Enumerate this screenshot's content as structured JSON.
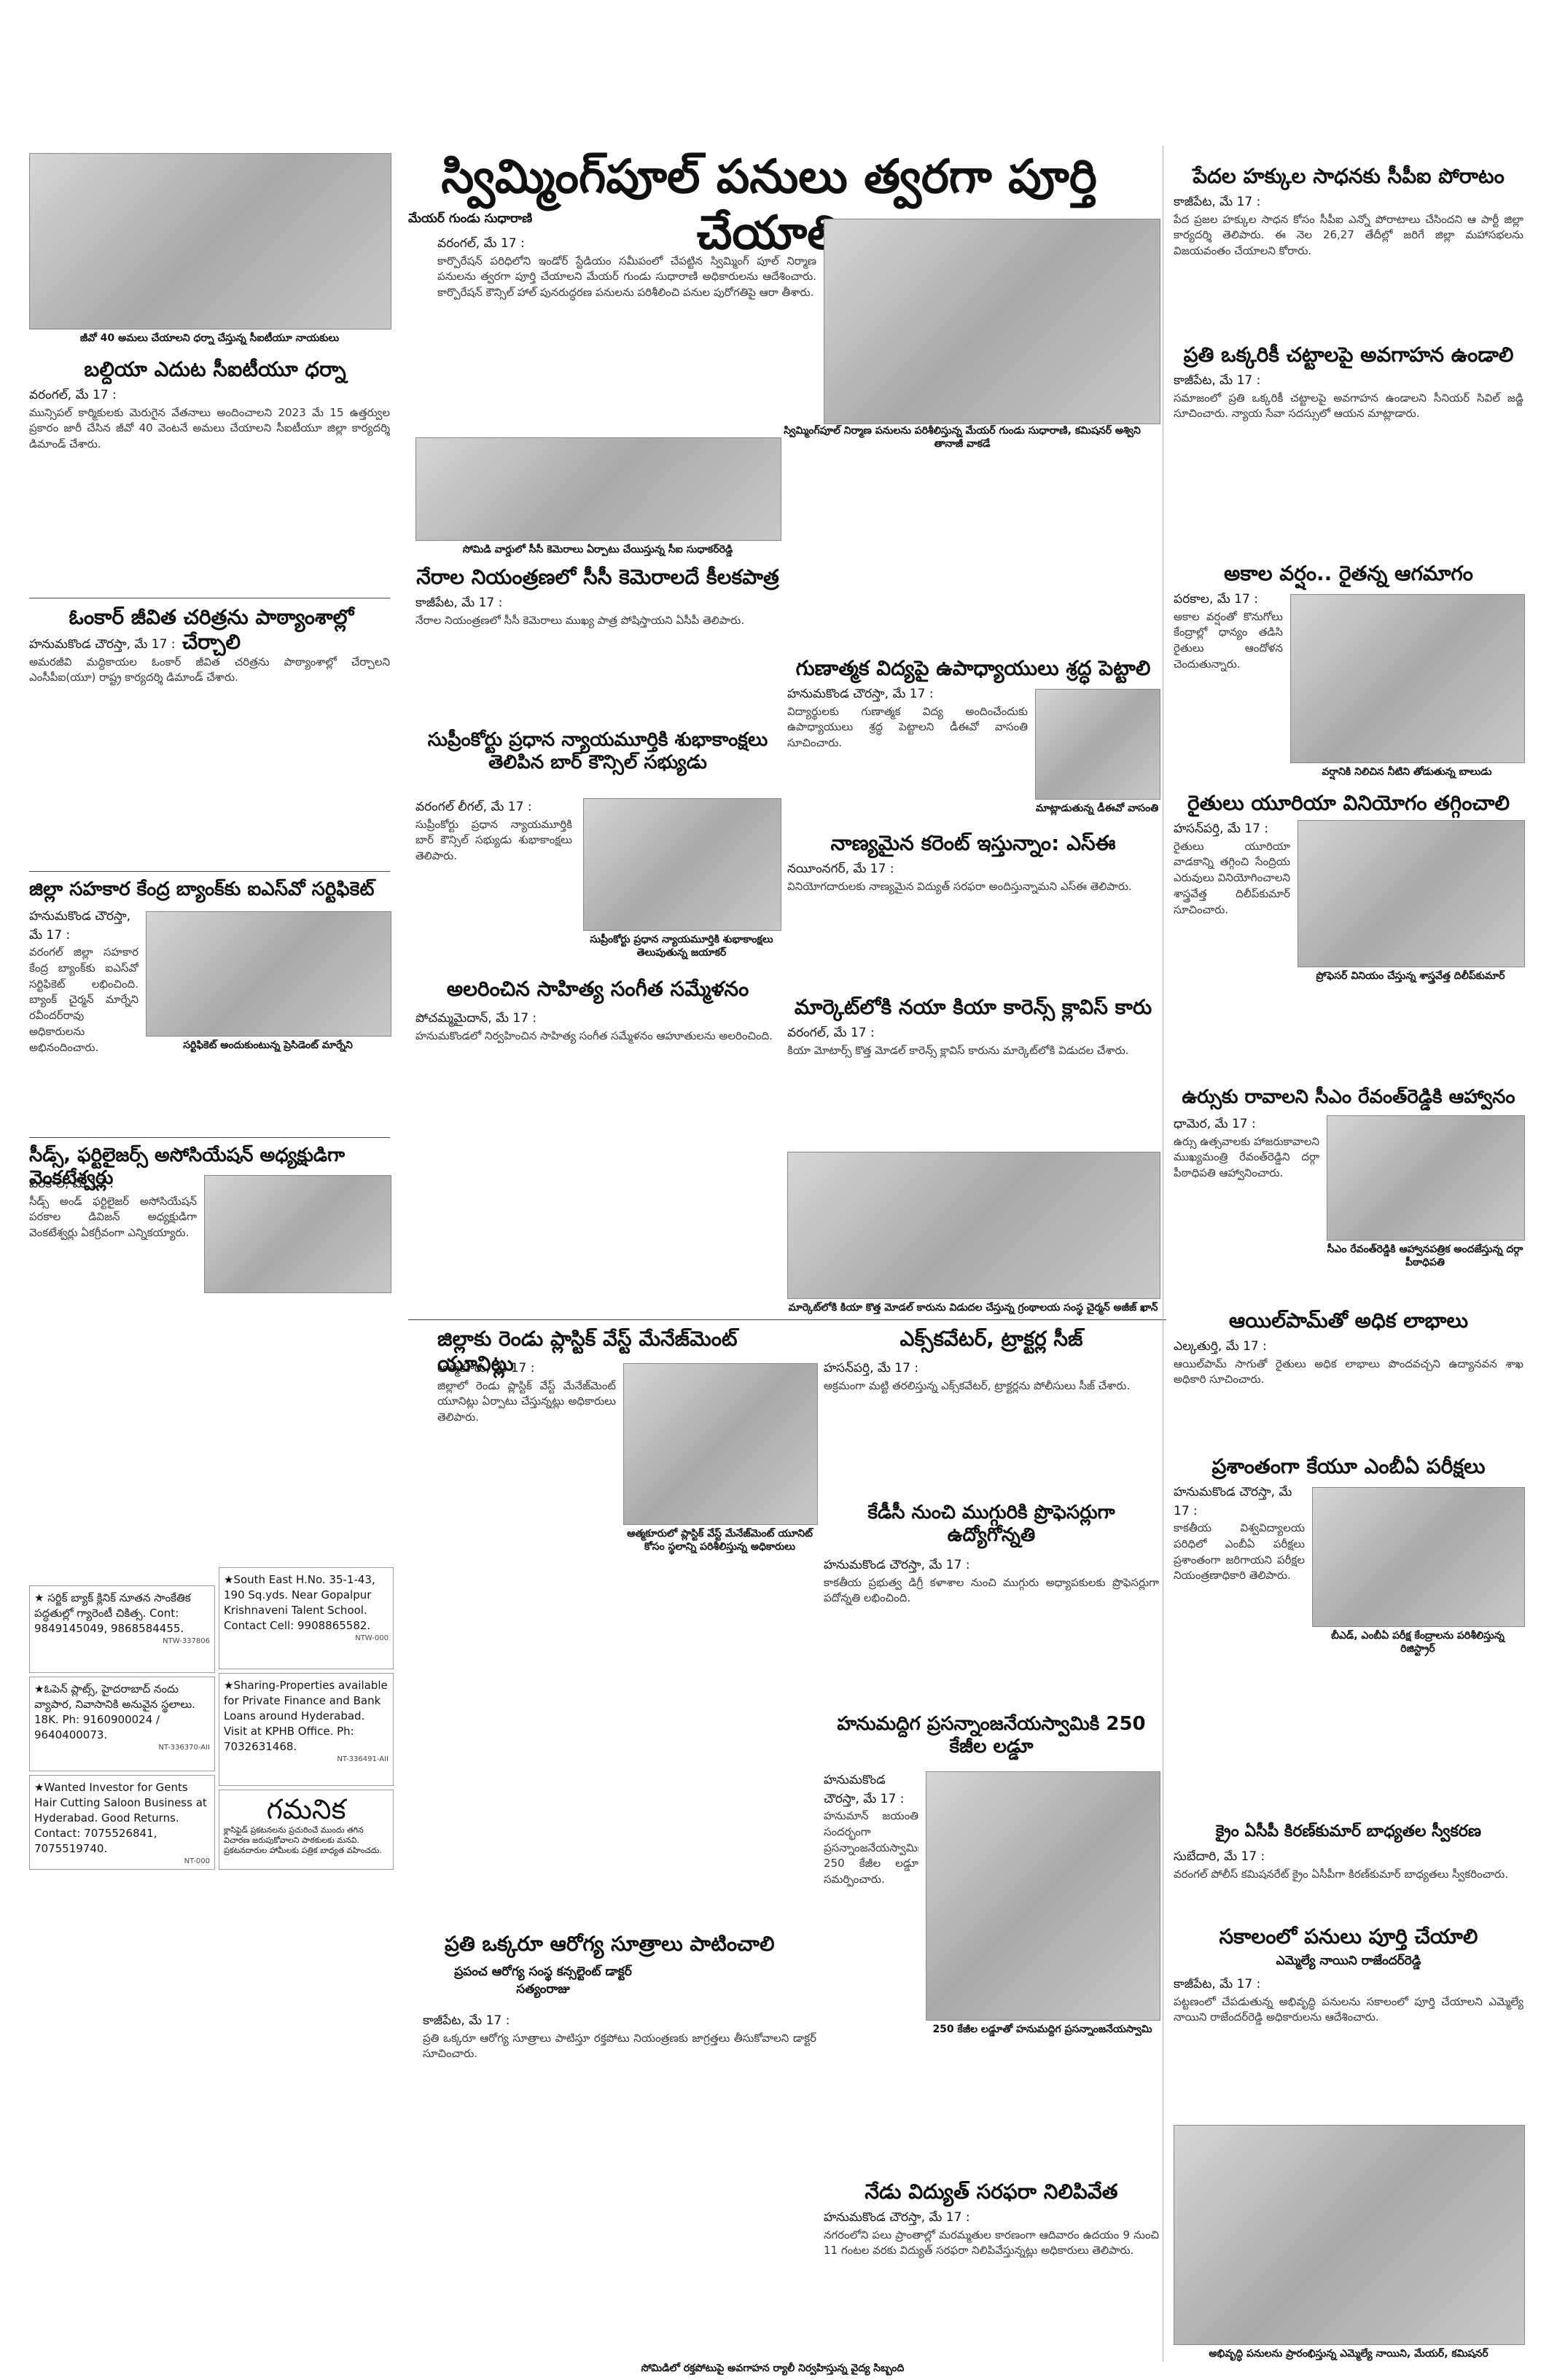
{
  "stories": {
    "swimming_pool": {
      "headline": "స్విమ్మింగ్‌పూల్ పనులు త్వరగా పూర్తి చేయాలి",
      "byline": "మేయర్ గుండు సుధారాణి",
      "dateline": "వరంగల్, మే 17 :",
      "caption": "స్విమ్మింగ్‌పూల్ నిర్మాణ పనులను పరిశీలిస్తున్న మేయర్ గుండు సుధారాణి, కమిషనర్ అశ్విని తానాజీ వాకడే",
      "body": "కార్పొరేషన్ పరిధిలోని ఇండోర్ స్టేడియం సమీపంలో చేపట్టిన స్విమ్మింగ్ పూల్ నిర్మాణ పనులను త్వరగా పూర్తి చేయాలని మేయర్ గుండు సుధారాణి అధికారులను ఆదేశించారు. కార్పొరేషన్ కౌన్సిల్ హాల్ పునరుద్ధరణ పనులను పరిశీలించి పనుల పురోగతిపై ఆరా తీశారు."
    },
    "revanth_photo_caption": "జీవో 40 అమలు చేయాలని ధర్నా చేస్తున్న సీఐటీయూ నాయకులు",
    "baldia_dharna": {
      "headline": "బల్దియా ఎదుట సీఐటీయూ ధర్నా",
      "dateline": "వరంగల్, మే 17 :",
      "body": "మున్సిపల్ కార్మికులకు మెరుగైన వేతనాలు అందించాలని 2023 మే 15 ఉత్తర్వుల ప్రకారం జారీ చేసిన జీవో 40 వెంటనే అమలు చేయాలని సీఐటీయూ జిల్లా కార్యదర్శి డిమాండ్ చేశారు."
    },
    "omkar": {
      "headline": "ఓంకార్ జీవిత చరిత్రను పాఠ్యాంశాల్లో చేర్చాలి",
      "dateline": "హనుమకొండ చౌరస్తా, మే 17 :",
      "body": "అమరజీవి మద్దికాయల ఓంకార్ జీవిత చరిత్రను పాఠ్యాంశాల్లో చేర్చాలని ఎంసీపీఐ(యూ) రాష్ట్ర కార్యదర్శి డిమాండ్ చేశారు."
    },
    "dccb": {
      "headline": "జిల్లా సహకార కేంద్ర బ్యాంక్‌కు ఐఎస్‌వో సర్టిఫికెట్",
      "dateline": "హనుమకొండ చౌరస్తా, మే 17 :",
      "caption": "సర్టిఫికెట్ అందుకుంటున్న ప్రెసిడెంట్ మార్నేని",
      "body": "వరంగల్ జిల్లా సహకార కేంద్ర బ్యాంక్‌కు ఐఎస్‌వో సర్టిఫికెట్ లభించింది. బ్యాంక్ చైర్మన్ మార్నేని రవీందర్‌రావు అధికారులను అభినందించారు."
    },
    "seeds": {
      "headline": "సీడ్స్, ఫర్టిలైజర్స్ అసోసియేషన్ అధ్యక్షుడిగా వెంకటేశ్వర్లు",
      "dateline": "పరకాల, మే 17 :",
      "body": "సీడ్స్ అండ్ ఫర్టిలైజర్ అసోసియేషన్ పరకాల డివిజన్ అధ్యక్షుడిగా వెంకటేశ్వర్లు ఏకగ్రీవంగా ఎన్నికయ్యారు."
    },
    "cpi_fight": {
      "headline": "పేదల హక్కుల సాధనకు సీపీఐ పోరాటం",
      "dateline": "కాజీపేట, మే 17 :",
      "body": "పేద ప్రజల హక్కుల సాధన కోసం సీపీఐ ఎన్నో పోరాటాలు చేసిందని ఆ పార్టీ జిల్లా కార్యదర్శి తెలిపారు. ఈ నెల 26,27 తేదీల్లో జరిగే జిల్లా మహాసభలను విజయవంతం చేయాలని కోరారు."
    },
    "awareness": {
      "headline": "ప్రతి ఒక్కరికీ చట్టాలపై అవగాహన ఉండాలి",
      "dateline": "కాజీపేట, మే 17 :",
      "body": "సమాజంలో ప్రతి ఒక్కరికీ చట్టాలపై అవగాహన ఉండాలని సీనియర్ సివిల్ జడ్జి సూచించారు. న్యాయ సేవా సదస్సులో ఆయన మాట్లాడారు."
    },
    "rain": {
      "headline": "అకాల వర్షం.. రైతన్న ఆగమాగం",
      "dateline": "పరకాల, మే 17 :",
      "caption": "వర్షానికి నిలిచిన నీటిని తోడుతున్న బాలుడు",
      "body": "అకాల వర్షంతో కొనుగోలు కేంద్రాల్లో ధాన్యం తడిసి రైతులు ఆందోళన చెందుతున్నారు."
    },
    "urea": {
      "headline": "రైతులు యూరియా వినియోగం తగ్గించాలి",
      "dateline": "హసన్‌పర్తి, మే 17 :",
      "caption": "ప్రోఫెసర్ వినియం చేస్తున్న శాస్త్రవేత్త దిలీప్‌కుమార్",
      "body": "రైతులు యూరియా వాడకాన్ని తగ్గించి సేంద్రియ ఎరువులు వినియోగించాలని శాస్త్రవేత్త దిలీప్‌కుమార్ సూచించారు."
    },
    "cm_invite": {
      "headline": "ఉర్సుకు రావాలని సీఎం రేవంత్‌రెడ్డికి ఆహ్వానం",
      "dateline": "ధామెర, మే 17 :",
      "caption": "సీఎం రేవంత్‌రెడ్డికి ఆహ్వానపత్రిక అందజేస్తున్న దర్గా పీఠాధిపతి",
      "body": "ఉర్సు ఉత్సవాలకు హాజరుకావాలని ముఖ్యమంత్రి రేవంత్‌రెడ్డిని దర్గా పీఠాధిపతి ఆహ్వానించారు."
    },
    "oilpalm": {
      "headline": "ఆయిల్‌పామ్‌తో అధిక లాభాలు",
      "dateline": "ఎల్కతుర్తి, మే 17 :",
      "body": "ఆయిల్‌పామ్ సాగుతో రైతులు అధిక లాభాలు పొందవచ్చని ఉద్యానవన శాఖ అధికారి సూచించారు."
    },
    "mba_exams": {
      "headline": "ప్రశాంతంగా కేయూ ఎంబీఏ పరీక్షలు",
      "dateline": "హనుమకొండ చౌరస్తా, మే 17 :",
      "caption": "బీఎడ్, ఎంబీఏ పరీక్ష కేంద్రాలను పరిశీలిస్తున్న రిజిస్ట్రార్",
      "body": "కాకతీయ విశ్వవిద్యాలయ పరిధిలో ఎంబీఏ పరీక్షలు ప్రశాంతంగా జరిగాయని పరీక్షల నియంత్రణాధికారి తెలిపారు."
    },
    "krishnakumar": {
      "headline": "క్రైం ఏసీపీ కిరణ్‌కుమార్ బాధ్యతల స్వీకరణ",
      "dateline": "సుబేదారి, మే 17 :",
      "body": "వరంగల్ పోలీస్ కమిషనరేట్ క్రైం ఏసీపీగా కిరణ్‌కుమార్ బాధ్యతలు స్వీకరించారు."
    },
    "sakalam": {
      "headline": "సకాలంలో పనులు పూర్తి చేయాలి",
      "byline": "ఎమ్మెల్యే నాయిని రాజేందర్‌రెడ్డి",
      "dateline": "కాజీపేట, మే 17 :",
      "body": "పట్టణంలో చేపడుతున్న అభివృద్ధి పనులను సకాలంలో పూర్తి చేయాలని ఎమ్మెల్యే నాయిని రాజేందర్‌రెడ్డి అధికారులను ఆదేశించారు."
    },
    "cc_cameras": {
      "headline": "నేరాల నియంత్రణలో సీసీ కెమెరాలదే కీలకపాత్ర",
      "dateline": "కాజీపేట, మే 17 :",
      "caption": "సోమిడి వార్డులో సీసీ కెమెరాలు ఏర్పాటు చేయిస్తున్న సీఐ సుధాకర్‌రెడ్డి",
      "body": "నేరాల నియంత్రణలో సీసీ కెమెరాలు ముఖ్య పాత్ర పోషిస్తాయని ఏసీపీ తెలిపారు."
    },
    "supreme_court": {
      "headline": "సుప్రీంకోర్టు ప్రధాన న్యాయమూర్తికి శుభాకాంక్షలు తెలిపిన బార్ కౌన్సిల్ సభ్యుడు",
      "dateline": "వరంగల్ లీగల్, మే 17 :",
      "caption": "సుప్రీంకోర్టు ప్రధాన న్యాయమూర్తికి శుభాకాంక్షలు తెలుపుతున్న జయాకర్",
      "body": "సుప్రీంకోర్టు ప్రధాన న్యాయమూర్తికి బార్ కౌన్సిల్ సభ్యుడు శుభాకాంక్షలు తెలిపారు."
    },
    "sahitya": {
      "headline": "అలరించిన సాహిత్య సంగీత సమ్మేళనం",
      "dateline": "పోచమ్మమైదాన్, మే 17 :",
      "body": "హనుమకొండలో నిర్వహించిన సాహిత్య సంగీత సమ్మేళనం ఆహూతులను అలరించింది."
    },
    "teachers": {
      "headline": "గుణాత్మక విద్యపై ఉపాధ్యాయులు శ్రద్ధ పెట్టాలి",
      "dateline": "హనుమకొండ చౌరస్తా, మే 17 :",
      "caption": "మాట్లాడుతున్న డీఈవో వాసంతి",
      "body": "విద్యార్థులకు గుణాత్మక విద్య అందించేందుకు ఉపాధ్యాయులు శ్రద్ధ పెట్టాలని డీఈవో వాసంతి సూచించారు."
    },
    "power": {
      "headline": "నాణ్యమైన కరెంట్ ఇస్తున్నాం: ఎస్ఈ",
      "dateline": "నయీంనగర్, మే 17 :",
      "body": "వినియోగదారులకు నాణ్యమైన విద్యుత్ సరఫరా అందిస్తున్నామని ఎస్ఈ తెలిపారు."
    },
    "kia": {
      "headline": "మార్కెట్‌లోకి నయా కియా కారెన్స్ క్లావిస్ కారు",
      "dateline": "వరంగల్, మే 17 :",
      "caption": "మార్కెట్‌లోకి కియా కొత్త మోడల్ కారును విడుదల చేస్తున్న గ్రంథాలయ సంస్థ చైర్మన్ అజీజ్ ఖాన్",
      "body": "కియా మోటార్స్ కొత్త మోడల్ కారెన్స్ క్లావిస్ కారును మార్కెట్‌లోకి విడుదల చేశారు."
    },
    "plastic": {
      "headline": "జిల్లాకు రెండు ప్లాస్టిక్ వేస్ట్ మేనేజ్‌మెంట్ యూనిట్లు",
      "dateline": "ఆత్మకూరు, మే 17 :",
      "caption": "ఆత్మకూరులో ప్లాస్టిక్ వేస్ట్ మేనేజ్‌మెంట్ యూనిట్ కోసం స్థలాన్ని పరిశీలిస్తున్న అధికారులు",
      "body": "జిల్లాలో రెండు ప్లాస్టిక్ వేస్ట్ మేనేజ్‌మెంట్ యూనిట్లు ఏర్పాటు చేస్తున్నట్లు అధికారులు తెలిపారు."
    },
    "excavator": {
      "headline": "ఎక్స్‌కవేటర్, ట్రాక్టర్ల సీజ్",
      "dateline": "హసన్‌పర్తి, మే 17 :",
      "body": "అక్రమంగా మట్టి తరలిస్తున్న ఎక్స్‌కవేటర్, ట్రాక్టర్లను పోలీసులు సీజ్ చేశారు."
    },
    "kdeenm": {
      "headline": "కేడీసీ నుంచి ముగ్గురికి ప్రొఫెసర్లుగా ఉద్యోగోన్నతి",
      "dateline": "హనుమకొండ చౌరస్తా, మే 17 :",
      "body": "కాకతీయ ప్రభుత్వ డిగ్రీ కళాశాల నుంచి ముగ్గురు అధ్యాపకులకు ప్రొఫెసర్లుగా పదోన్నతి లభించింది."
    },
    "hanuman": {
      "headline": "హనుమద్దిగ ప్రసన్నాంజనేయస్వామికి 250 కేజీల లడ్డూ",
      "dateline": "హనుమకొండ చౌరస్తా, మే 17 :",
      "caption": "250 కేజీల లడ్డూతో హనుమద్దిగ ప్రసన్నాంజనేయస్వామి",
      "body": "హనుమాన్ జయంతి సందర్భంగా ప్రసన్నాంజనేయస్వామికి 250 కేజీల లడ్డూ సమర్పించారు."
    },
    "health": {
      "headline": "ప్రతి ఒక్కరూ ఆరోగ్య సూత్రాలు పాటించాలి",
      "byline": "ప్రపంచ ఆరోగ్య సంస్థ కన్సల్టెంట్ డాక్టర్ సత్యంరాజు",
      "dateline": "కాజీపేట, మే 17 :",
      "caption": "సోమిడిలో రక్తపోటుపై అవగాహన ర్యాలీ నిర్వహిస్తున్న వైద్య సిబ్బంది",
      "body": "ప్రతి ఒక్కరూ ఆరోగ్య సూత్రాలు పాటిస్తూ రక్తపోటు నియంత్రణకు జాగ్రత్తలు తీసుకోవాలని డాక్టర్ సూచించారు."
    },
    "power_cut": {
      "headline": "నేడు విద్యుత్ సరఫరా నిలిపివేత",
      "dateline": "హనుమకొండ చౌరస్తా, మే 17 :",
      "body": "నగరంలోని పలు ప్రాంతాల్లో మరమ్మతుల కారణంగా ఆదివారం ఉదయం 9 నుంచి 11 గంటల వరకు విద్యుత్ సరఫరా నిలిపివేస్తున్నట్లు అధికారులు తెలిపారు."
    },
    "bottom_right_caption": "అభివృద్ధి పనులను ప్రారంభిస్తున్న ఎమ్మెల్యే నాయిని, మేయర్, కమిషనర్"
  },
  "classifieds": {
    "ad1": "★ సర్జిక్ బ్యాక్ క్లినిక్ నూతన సాంకేతిక పద్ధతుల్లో గ్యారెంటీ చికిత్స. Cont: 9849145049, 9868584455.",
    "ad1_code": "NTW-337806",
    "ad2": "★South East H.No. 35-1-43, 190 Sq.yds. Near Gopalpur Krishnaveni Talent School. Contact Cell: 9908865582.",
    "ad2_code": "NTW-000",
    "ad3": "★ఓపెన్ ప్లాట్స్, హైదరాబాద్ నందు వ్యాపార, నివాసానికి అనువైన స్థలాలు. 18K. Ph: 9160900024 / 9640400073.",
    "ad3_code": "NT-336370-AII",
    "ad4": "★Sharing-Properties available for Private Finance and Bank Loans around Hyderabad. Visit at KPHB Office. Ph: 7032631468.",
    "ad4_code": "NT-336491-AII",
    "ad5": "★Wanted Investor for Gents Hair Cutting Saloon Business at Hyderabad. Good Returns. Contact: 7075526841, 7075519740.",
    "ad5_code": "NT-000",
    "notice_title": "గమనిక",
    "notice_body": "క్లాసిఫైడ్ ప్రకటనలను ప్రచురించే ముందు తగిన విచారణ జరుపుకోవాలని పాఠకులకు మనవి. ప్రకటనదారుల హామీలకు పత్రిక బాధ్యత వహించదు."
  }
}
